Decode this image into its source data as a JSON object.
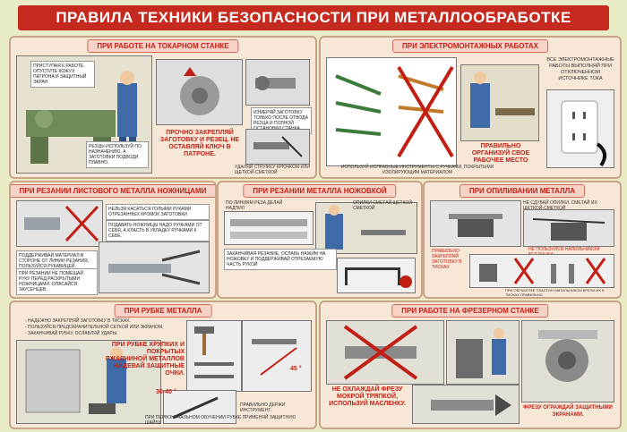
{
  "header": {
    "title": "ПРАВИЛА ТЕХНИКИ БЕЗОПАСНОСТИ ПРИ МЕТАЛЛООБРАБОТКЕ"
  },
  "panels": {
    "lathe": {
      "title": "ПРИ РАБОТЕ НА ТОКАРНОМ СТАНКЕ",
      "note1": "ПРИСТУПАЯ К РАБОТЕ, ОПУСТИТЕ КОЖУХ ПАТРОНА И ЗАЩИТНЫЙ ЭКРАН",
      "note2": "РЕЗЦЫ ИСПОЛЬЗУЙ ПО НАЗНАЧЕНИЮ, А ЗАГОТОВКИ ПОДВОДИ ПЛАВНО.",
      "big": "ПРОЧНО ЗАКРЕПЛЯЙ ЗАГОТОВКУ И РЕЗЕЦ. НЕ ОСТАВЛЯЙ КЛЮЧ В ПАТРОНЕ.",
      "note3": "ИЗМЕРЯЙ ЗАГОТОВКУ ТОЛЬКО ПОСЛЕ ОТВОДА РЕЗЦА И ПОЛНОЙ ОСТАНОВКИ СТАНКА",
      "note4": "УДАЛЯЙ СТРУЖКУ КРЮЧКОМ ИЛИ ЩЕТКОЙ-СМЕТКОЙ"
    },
    "electric": {
      "title": "ПРИ ЭЛЕКТРОМОНТАЖНЫХ РАБОТАХ",
      "note1": "ИСПОЛЬЗУЙ ИСПРАВНЫЕ ИНСТРУМЕНТЫ С РУЧКАМИ, ПОКРЫТЫМИ ИЗОЛИРУЮЩИМ МАТЕРИАЛОМ",
      "big1": "ПРАВИЛЬНО ОРГАНИЗУЙ СВОЕ РАБОЧЕЕ МЕСТО",
      "note2": "ВСЕ ЭЛЕКТРОМОНТАЖНЫЕ РАБОТЫ ВЫПОЛНЯЙ ПРИ ОТКЛЮЧЕННОМ ИСТОЧНИКЕ ТОКА"
    },
    "sheet": {
      "title": "ПРИ РЕЗАНИИ ЛИСТОВОГО МЕТАЛЛА НОЖНИЦАМИ",
      "note1": "НЕЛЬЗЯ КАСАТЬСЯ ГОЛЫМИ РУКАМИ ОТРЕЗАННЫХ КРОМОК ЗАГОТОВКИ",
      "note2": "ПОДАВАТЬ НОЖНИЦЫ НАДО РУЧКАМИ ОТ СЕБЯ, А КЛАСТЬ В УКЛАДКУ РУЧКАМИ К СЕБЕ.",
      "note3": "ПОДДЕРЖИВАЙ МАТЕРИАЛ В СТОРОНЕ ОТ ЛИНИИ РЕЗАНИЯ, ПОЛЬЗУЙСЯ РУКАВИЦЕЙ.",
      "note4": "ПРИ РЕЗАНИИ НЕ ПОМЕЩАЙ РУКУ ПЕРЕД РАСКРЫТЫМИ НОЖНИЦАМИ. ОПАСАЙСЯ ЗАУСЕНЦЕВ."
    },
    "hacksaw": {
      "title": "ПРИ РЕЗАНИИ МЕТАЛЛА НОЖОВКОЙ",
      "label1": "ПО ЛИНИЯМ РЕЗА ДЕЛАЙ НАДПИЛ",
      "note1": "ОПИЛКИ СМЕТАЙ ЩЕТКОЙ-СМЕТКОЙ",
      "note2": "ЗАКАНЧИВАЯ РЕЗАНИЕ, ОСЛАБЬ НАЖИМ НА НОЖОВКУ И ПОДДЕРЖИВАЙ ОТРЕЗАЕМУЮ ЧАСТЬ РУКОЙ"
    },
    "filing": {
      "title": "ПРИ ОПИЛИВАНИИ МЕТАЛЛА",
      "note1": "НЕ СДУВАЙ ОПИЛКИ, СМЕТАЙ ИХ ЩЕТКОЙ-СМЕТКОЙ",
      "note2": "ПРАВИЛЬНО ЗАКРЕПЛЯЙ ЗАГОТОВКУ В ТИСКАХ",
      "note3": "НЕ ПОЛЬЗУЙСЯ НАПИЛЬНИКОМ БЕЗ РУЧКИ",
      "note4": "ПРИ ОБРАБОТКЕ ПЛАСТИН НАПИЛЬНИКОМ КРЕПИ ИХ В ТИСКАХ ПРАВИЛЬНО"
    },
    "chisel": {
      "title": "ПРИ РУБКЕ МЕТАЛЛА",
      "note1": "- НАДЕЖНО ЗАКРЕПЛЯЙ ЗАГОТОВКУ В ТИСКАХ.",
      "note2": "- ПОЛЬЗУЙСЯ ПРЕДОХРАНИТЕЛЬНОЙ СЕТКОЙ ИЛИ ЭКРАНОМ.",
      "note3": "- ЗАКАНЧИВАЙ РУБКУ, ОСЛАБЛЯЙ УДАРЫ.",
      "big": "ПРИ РУБКЕ ХРУПКИХ И ПОКРЫТЫХ РЖАВЧИНОЙ МЕТАЛЛОВ НАДЕВАЙ ЗАЩИТНЫЕ ОЧКИ.",
      "angle1": "30-40 °",
      "angle2": "45 °",
      "note4": "ПРАВИЛЬНО ДЕРЖИ ИНСТРУМЕНТ.",
      "note5": "ПРИ ПЕРВОНАЧАЛЬНОМ ОБУЧЕНИИ РУБКЕ ПРИМЕНЯЙ ЗАЩИТНУЮ ШАЙБУ"
    },
    "milling": {
      "title": "ПРИ РАБОТЕ НА ФРЕЗЕРНОМ СТАНКЕ",
      "big1": "НЕ ОХЛАЖДАЙ ФРЕЗУ МОКРОЙ ТРЯПКОЙ, ИСПОЛЬЗУЙ МАСЛЕНКУ.",
      "big2": "ФРЕЗУ ОГРАЖДАЙ ЗАЩИТНЫМИ ЭКРАНАМИ."
    }
  },
  "colors": {
    "accent": "#c62a1e",
    "panel_bg": "#f7e7d7",
    "page_bg": "#e9ecc4"
  }
}
